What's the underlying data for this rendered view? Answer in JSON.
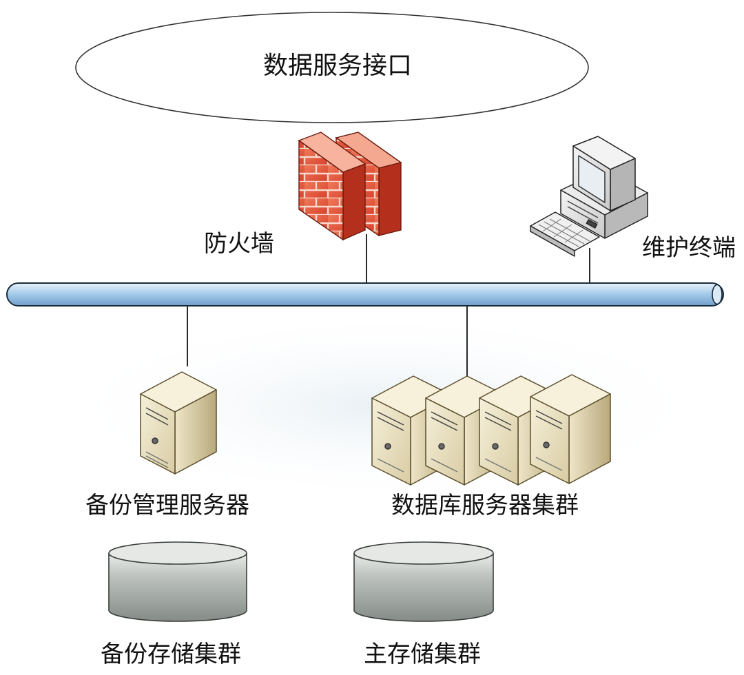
{
  "labels": {
    "data_service_interface": "数据服务接口",
    "firewall": "防火墙",
    "maintenance_terminal": "维护终端",
    "backup_management_server": "备份管理服务器",
    "database_server_cluster": "数据库服务器集群",
    "backup_storage_cluster": "备份存储集群",
    "main_storage_cluster": "主存储集群"
  },
  "colors": {
    "bus_fill": "#a9cdec",
    "bus_stroke": "#1a2a3a",
    "firewall": "#e8553a",
    "server_body": "#ede4c7",
    "storage": "#a4aaa5"
  },
  "icons": {
    "firewall": "brick-wall-icon",
    "terminal": "desktop-computer-icon",
    "server": "tower-server-icon",
    "storage": "disk-cylinder-icon"
  }
}
